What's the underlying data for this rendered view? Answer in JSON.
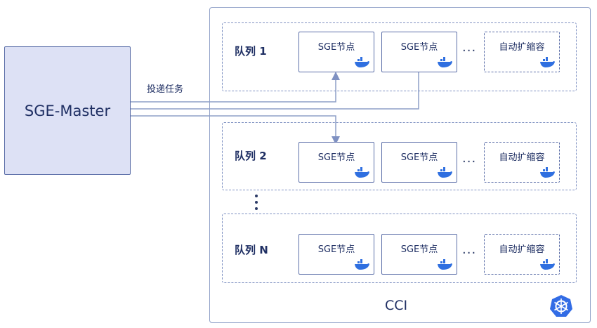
{
  "master": {
    "label": "SGE-Master"
  },
  "send_label": "投递任务",
  "cci": {
    "label": "CCI",
    "icon": "kubernetes-icon"
  },
  "queues": [
    {
      "label": "队列 1",
      "nodes": [
        "SGE节点",
        "SGE节点"
      ],
      "ellipsis": "···",
      "auto_label": "自动扩缩容"
    },
    {
      "label": "队列 2",
      "nodes": [
        "SGE节点",
        "SGE节点"
      ],
      "ellipsis": "···",
      "auto_label": "自动扩缩容"
    },
    {
      "label": "队列 N",
      "nodes": [
        "SGE节点",
        "SGE节点"
      ],
      "ellipsis": "···",
      "auto_label": "自动扩缩容"
    }
  ],
  "colors": {
    "master_fill": "#dde1f5",
    "border": "#5b6ea8",
    "accent": "#2f6fe0"
  }
}
